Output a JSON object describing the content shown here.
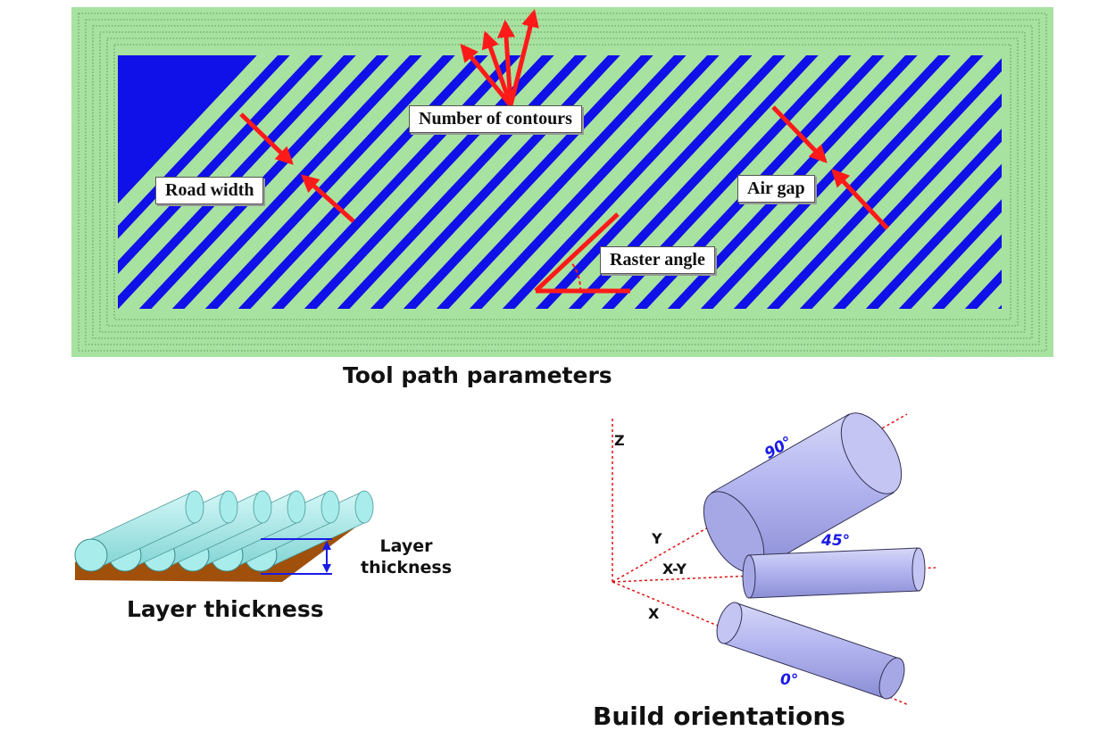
{
  "toolpath": {
    "caption": "Tool path parameters",
    "callouts": {
      "number_of_contours": "Number of contours",
      "road_width": "Road width",
      "air_gap": "Air gap",
      "raster_angle": "Raster angle"
    }
  },
  "layer": {
    "caption": "Layer thickness",
    "label_line1": "Layer",
    "label_line2": "thickness"
  },
  "orientation": {
    "caption": "Build orientations",
    "axes": {
      "z": "Z",
      "y": "Y",
      "xy": "X-Y",
      "x": "X"
    },
    "angles": {
      "a90": "90°",
      "a45": "45°",
      "a0": "0°"
    }
  },
  "colors": {
    "contour_green": "#a8e2a0",
    "fill_blue": "#1010e8",
    "arrow_red": "#ff1a1a",
    "cylinder_lavender": "#b3b5f0",
    "bead_cyan": "#a9ecec",
    "base_brown": "#a0500a",
    "angle_blue": "#1a1ae6"
  }
}
